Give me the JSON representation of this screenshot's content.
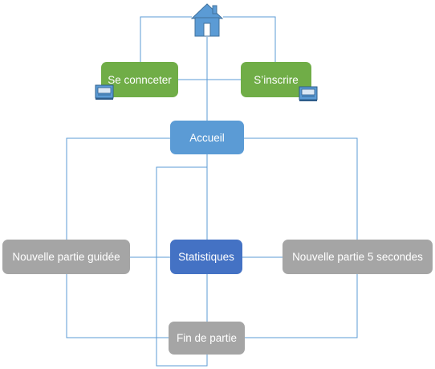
{
  "nodes": {
    "login": "Se conncеter",
    "signup": "S’inscrire",
    "home": "Accueil",
    "guided_game": "Nouvelle partie guidée",
    "stats": "Statistiques",
    "five_sec_game": "Nouvelle partie 5 secondes",
    "end_game": "Fin de partie"
  },
  "icons": {
    "top": "house-icon",
    "login_badge": "computer-icon",
    "signup_badge": "computer-icon"
  },
  "colors": {
    "line": "#5b9bd5",
    "green": "#70ad47",
    "light_blue": "#5b9bd5",
    "dark_blue": "#4472c4",
    "gray": "#a5a5a5"
  }
}
